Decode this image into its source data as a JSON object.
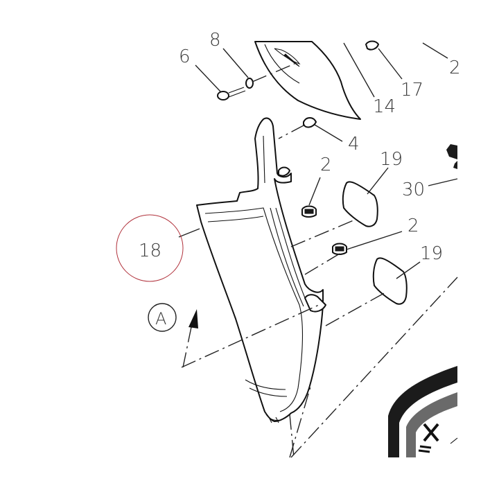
{
  "callouts": {
    "c6": "6",
    "c8": "8",
    "c17": "17",
    "c14": "14",
    "c2top": "2",
    "c4": "4",
    "c19a": "19",
    "c2a": "2",
    "c30": "30",
    "c18": "18",
    "c2b": "2",
    "c19b": "19",
    "cA": "A"
  },
  "colors": {
    "highlight_circle": "#b0303a",
    "line": "#111111"
  }
}
